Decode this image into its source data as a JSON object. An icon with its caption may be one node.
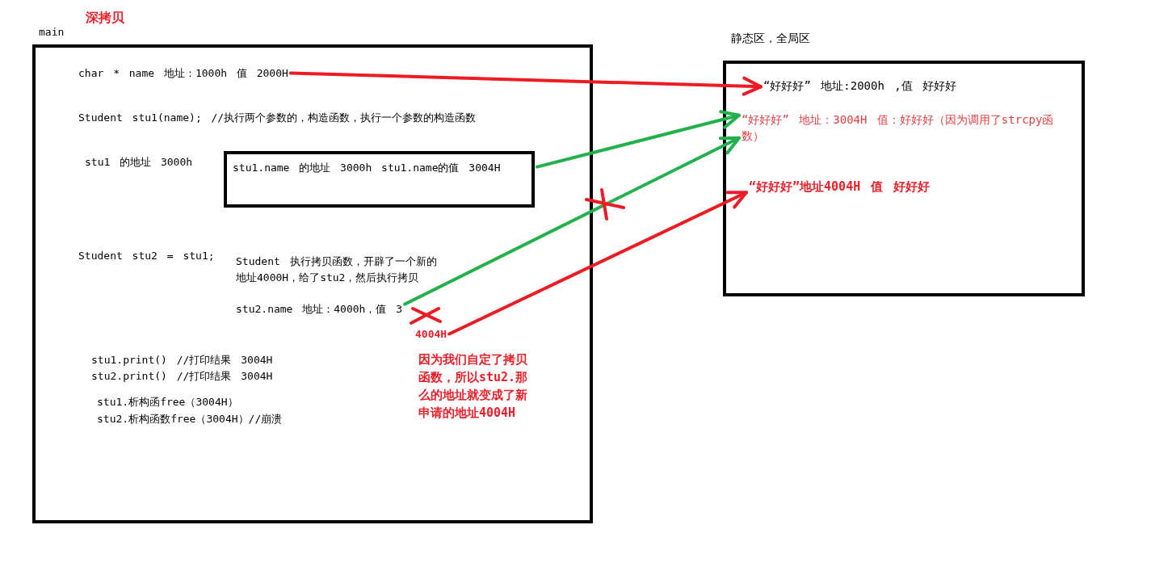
{
  "diagram": {
    "title": "深拷贝",
    "nodes": [
      {
        "text": [
          "main"
        ]
      },
      {
        "text": [
          "char * name 地址：1000h 值 2000H"
        ],
        "in": 0
      },
      {
        "text": [
          "stu1.name 的地址 3000h stu1.name的值 3004H"
        ],
        "in": 0
      },
      {
        "text": [
          "stu2.name 地址：4000h，值 3"
        ],
        "in": 0
      },
      {
        "text": [
          "4004H"
        ],
        "in": 0
      },
      {
        "text": [
          "静态区，全局区"
        ]
      },
      {
        "text": [
          "“好好好” 地址:2000h ,值 好好好"
        ],
        "in": 5
      },
      {
        "text": [
          "“好好好” 地址：3004H 值：好好好（因为调用了strcpy函数）"
        ],
        "in": 5
      },
      {
        "text": [
          "“好好好”地址4004H 值 好好好"
        ],
        "in": 5
      }
    ],
    "edges": [
      {
        "from": 1,
        "to": 6,
        "arrow": "to",
        "color": "#ed1c24"
      },
      {
        "from": 2,
        "to": 7,
        "arrow": "to",
        "color": "#22b14c"
      },
      {
        "from": 3,
        "to": 7,
        "arrow": "to",
        "color": "#22b14c"
      },
      {
        "from": 4,
        "to": 8,
        "arrow": "to",
        "color": "#ed1c24"
      }
    ],
    "labels": [
      "Student stu1(name); //执行两个参数的，构造函数，执行一个参数的构造函数",
      "stu1 的地址 3000h",
      "Student stu2 = stu1;",
      "Student 执行拷贝函数，开辟了一个新的地址4000H，给了stu2，然后执行拷贝",
      "stu1.print() //打印结果 3004H",
      "stu2.print() //打印结果 3004H",
      "stu1.析构函free（3004H）",
      "stu2.析构函数free（3004H）//崩溃",
      "因为我们自定了拷贝函数，所以stu2.那么的地址就变成了新申请的地址4004H"
    ]
  }
}
